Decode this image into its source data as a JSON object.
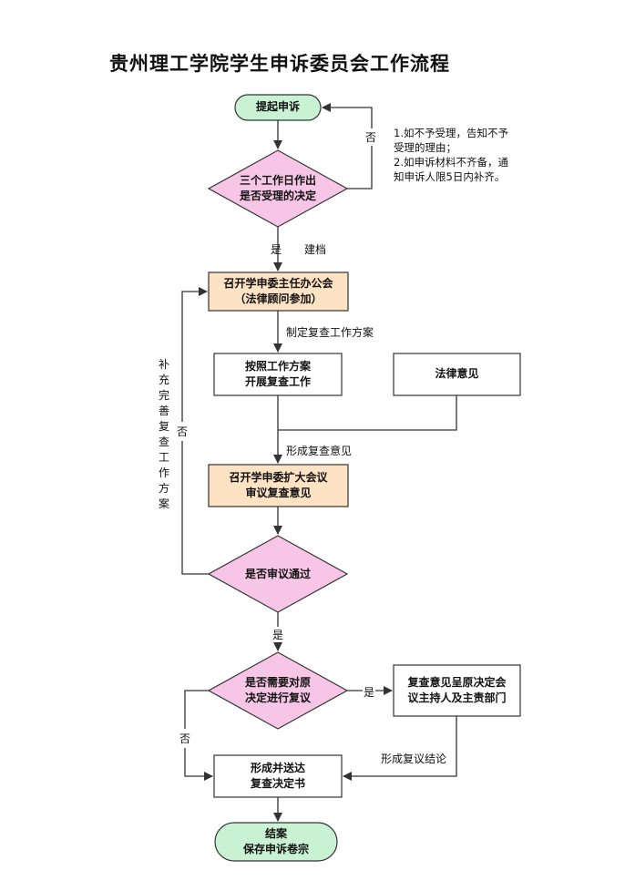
{
  "title": "贵州理工学院学生申诉委员会工作流程",
  "nodes": {
    "start": "提起申诉",
    "decision1": [
      "三个工作日作出",
      "是否受理的决定"
    ],
    "meeting1": [
      "召开学申委主任办公会",
      "（法律顾问参加）"
    ],
    "review_work": [
      "按照工作方案",
      "开展复查工作"
    ],
    "legal_opinion": "法律意见",
    "meeting2": [
      "召开学申委扩大会议",
      "审议复查意见"
    ],
    "decision2": "是否审议通过",
    "decision3": [
      "是否需要对原",
      "决定进行复议"
    ],
    "report": [
      "复查意见呈原决定会",
      "议主持人及主责部门"
    ],
    "form_doc": [
      "形成并送达",
      "复查决定书"
    ],
    "end": [
      "结案",
      "保存申诉卷宗"
    ]
  },
  "notes": [
    "1.如不予受理，告知不予",
    "受理的理由；",
    "2.如申诉材料不齐备，通",
    "知申诉人限5日内补齐。"
  ],
  "edge_labels": {
    "no1": "否",
    "yes1": "是",
    "archive": "建档",
    "make_plan": "制定复查工作方案",
    "form_opinion": "形成复查意见",
    "supplement": "补充完善复查工作方案",
    "no2": "否",
    "yes2": "是",
    "yes3": "是",
    "no3": "否",
    "form_conclusion": "形成复议结论"
  },
  "colors": {
    "terminal_fill": "#c9f2d4",
    "decision_fill": "#f7c6e6",
    "meeting_fill": "#fde2c4",
    "box_fill": "#ffffff",
    "stroke": "#333333"
  }
}
